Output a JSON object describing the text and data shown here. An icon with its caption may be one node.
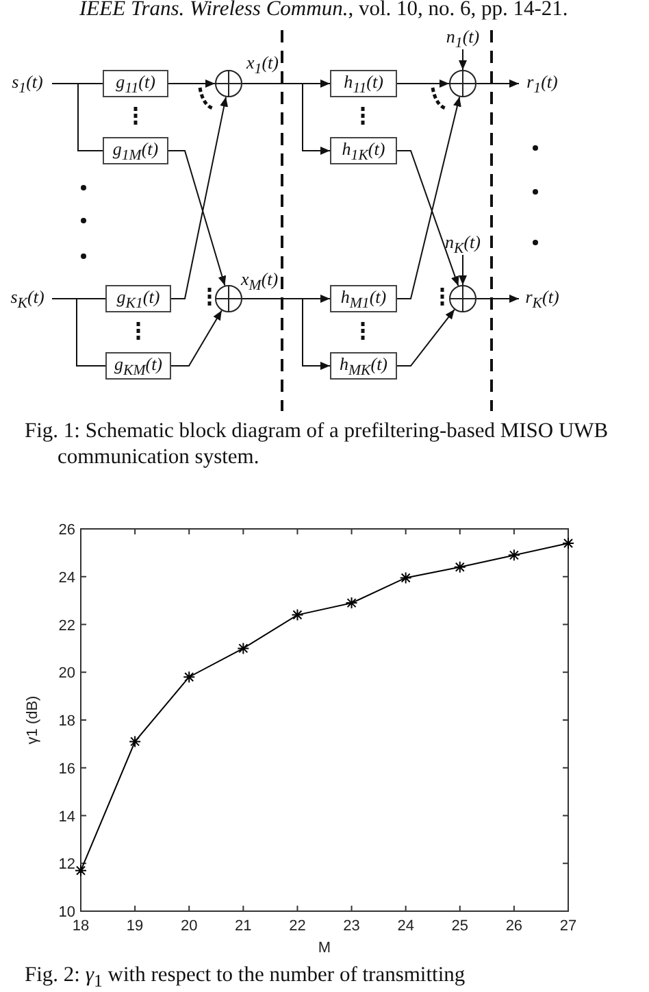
{
  "diagram": {
    "caption": "Fig. 1: Schematic block diagram of a prefiltering-based MISO UWB communication system.",
    "nodes": [
      {
        "text": [
          "s$_{1}$(t)"
        ]
      },
      {
        "text": [
          "g$_{11}$(t)"
        ]
      },
      {
        "text": [
          "g$_{1M}$(t)"
        ]
      },
      {
        "text": [
          "s$_{K}$(t)"
        ]
      },
      {
        "text": [
          "g$_{K1}$(t)"
        ]
      },
      {
        "text": [
          "g$_{KM}$(t)"
        ]
      },
      {
        "text": [],
        "shape": "circle",
        "beside": [
          "x$_{1}$(t)"
        ]
      },
      {
        "text": [],
        "shape": "circle",
        "beside": [
          "x$_{M}$(t)"
        ]
      },
      {
        "text": [
          "h$_{11}$(t)"
        ]
      },
      {
        "text": [
          "h$_{1K}$(t)"
        ]
      },
      {
        "text": [
          "h$_{M1}$(t)"
        ]
      },
      {
        "text": [
          "h$_{MK}$(t)"
        ]
      },
      {
        "text": [
          "n$_{1}$(t)"
        ]
      },
      {
        "text": [
          "n$_{K}$(t)"
        ]
      },
      {
        "text": [],
        "shape": "circle"
      },
      {
        "text": [],
        "shape": "circle"
      },
      {
        "text": [
          "r$_{1}$(t)"
        ]
      },
      {
        "text": [
          "r$_{K}$(t)"
        ]
      }
    ],
    "edges": [
      {
        "from": 0,
        "to": 1,
        "arrow": "none"
      },
      {
        "from": 0,
        "to": 2,
        "arrow": "none"
      },
      {
        "from": 3,
        "to": 4,
        "arrow": "none"
      },
      {
        "from": 3,
        "to": 5,
        "arrow": "none"
      },
      {
        "from": 1,
        "to": 6,
        "arrow": "to"
      },
      {
        "from": 2,
        "to": 7,
        "arrow": "to"
      },
      {
        "from": 4,
        "to": 6,
        "arrow": "to"
      },
      {
        "from": 5,
        "to": 7,
        "arrow": "to"
      },
      {
        "from": 6,
        "to": 8,
        "arrow": "to"
      },
      {
        "from": 6,
        "to": 9,
        "arrow": "to"
      },
      {
        "from": 7,
        "to": 10,
        "arrow": "to"
      },
      {
        "from": 7,
        "to": 11,
        "arrow": "to"
      },
      {
        "from": 8,
        "to": 14,
        "arrow": "to"
      },
      {
        "from": 9,
        "to": 15,
        "arrow": "to"
      },
      {
        "from": 10,
        "to": 14,
        "arrow": "to"
      },
      {
        "from": 11,
        "to": 15,
        "arrow": "to"
      },
      {
        "from": 12,
        "to": 14,
        "arrow": "to"
      },
      {
        "from": 13,
        "to": 15,
        "arrow": "to"
      },
      {
        "from": 14,
        "to": 16,
        "arrow": "to"
      },
      {
        "from": 15,
        "to": 17,
        "arrow": "to"
      }
    ],
    "labels": [
      "*IEEE Trans. Wireless Commun.*, vol. 10, no. 6, pp. 14-21.",
      "Fig. 2: *γ*$_{1}$ with respect to the number of transmitting"
    ],
    "chart_data": {
      "type": "line",
      "xlabel": "M",
      "ylabel": "γ1 (dB)",
      "x": [
        18,
        19,
        20,
        21,
        22,
        23,
        24,
        25,
        26,
        27
      ],
      "series": [
        {
          "color": "#000000",
          "marker": "cross",
          "values": [
            11.7,
            17.1,
            19.8,
            21.0,
            22.4,
            22.9,
            23.95,
            24.4,
            24.9,
            25.4
          ]
        }
      ],
      "xlim": [
        18,
        27
      ],
      "ylim": [
        10,
        26
      ],
      "xticks": [
        18,
        19,
        20,
        21,
        22,
        23,
        24,
        25,
        26,
        27
      ],
      "yticks": [
        10,
        12,
        14,
        16,
        18,
        20,
        22,
        24,
        26
      ]
    }
  }
}
